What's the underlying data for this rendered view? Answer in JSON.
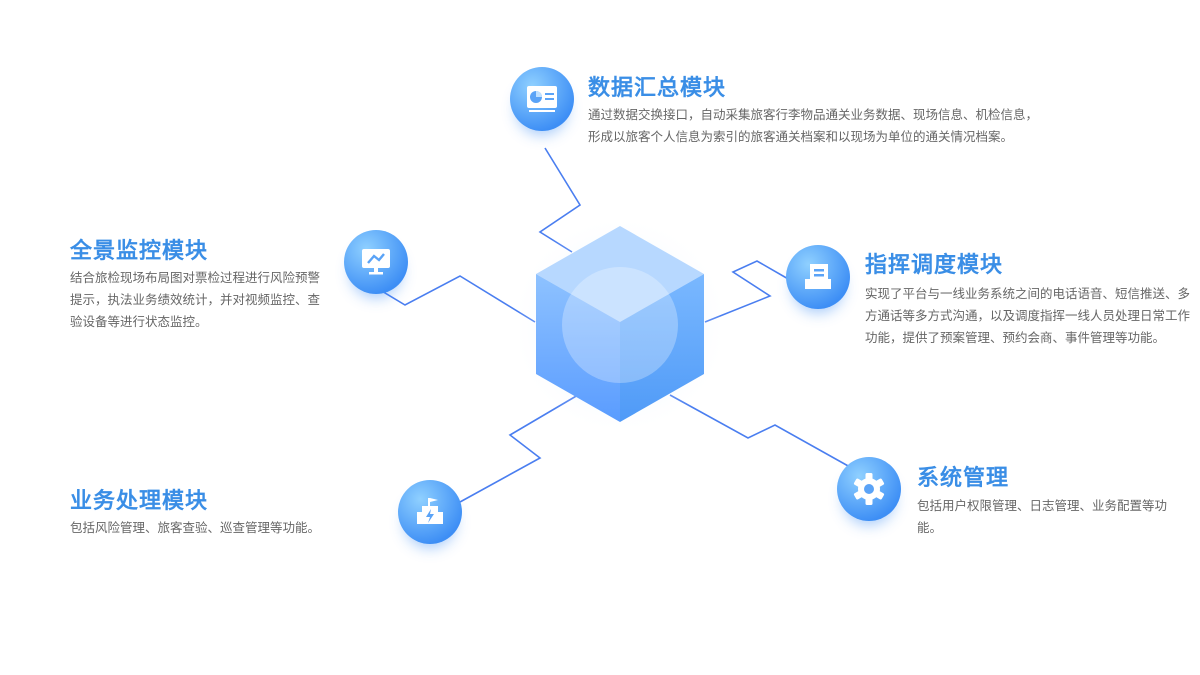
{
  "modules": [
    {
      "title": "数据汇总模块",
      "desc": "通过数据交换接口，自动采集旅客行李物品通关业务数据、现场信息、机检信息，形成以旅客个人信息为索引的旅客通关档案和以现场为单位的通关情况档案。",
      "icon": "chart-report-icon"
    },
    {
      "title": "全景监控模块",
      "desc": "结合旅检现场布局图对票检过程进行风险预警提示，执法业务绩效统计，并对视频监控、查验设备等进行状态监控。",
      "icon": "monitor-icon"
    },
    {
      "title": "指挥调度模块",
      "desc": "实现了平台与一线业务系统之间的电话语音、短信推送、多方通话等多方式沟通，以及调度指挥一线人员处理日常工作功能，提供了预案管理、预约会商、事件管理等功能。",
      "icon": "document-icon"
    },
    {
      "title": "业务处理模块",
      "desc": "包括风险管理、旅客查验、巡查管理等功能。",
      "icon": "building-icon"
    },
    {
      "title": "系统管理",
      "desc": "包括用户权限管理、日志管理、业务配置等功能。",
      "icon": "gear-icon"
    }
  ],
  "colors": {
    "accent": "#3a8ee6",
    "text": "#666666"
  }
}
